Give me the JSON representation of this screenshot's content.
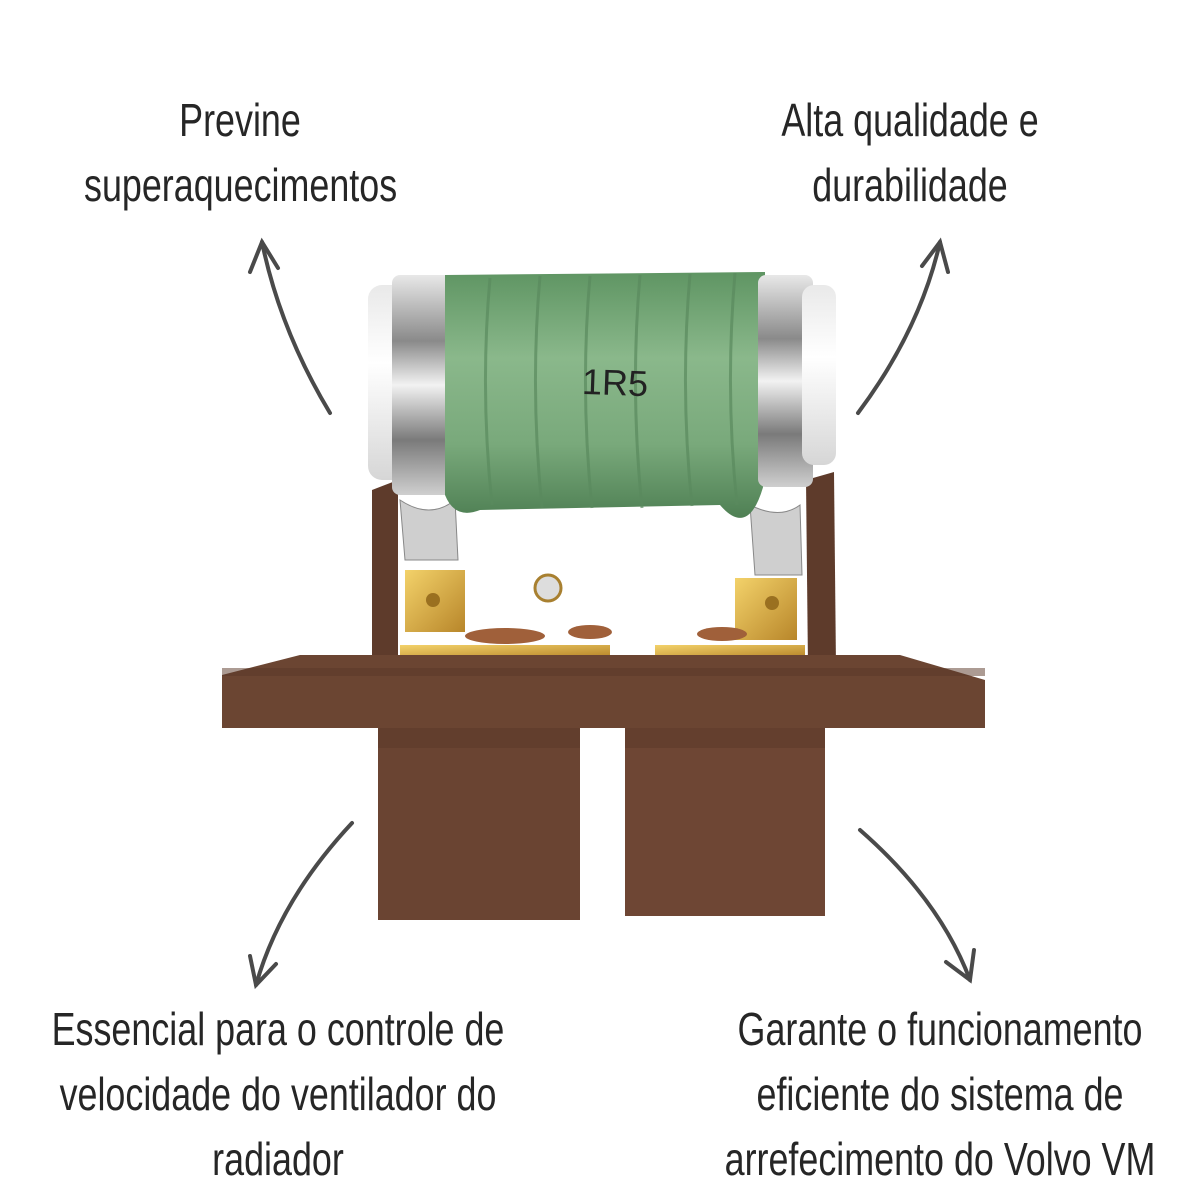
{
  "captions": {
    "top_left": [
      "Previne",
      "superaquecimentos"
    ],
    "top_right": [
      "Alta qualidade e",
      "durabilidade"
    ],
    "bottom_left": [
      "Essencial para o controle de",
      "velocidade do ventilador do",
      "radiador"
    ],
    "bottom_right": [
      "Garante o funcionamento",
      "eficiente do sistema de",
      "arrefecimento do Volvo VM"
    ]
  },
  "product": {
    "resistor_marking": "1R5"
  },
  "colors": {
    "text": "#262626",
    "base_brown": "#6b4532",
    "resistor_green": "#7daa7e",
    "arrow": "#4a4a4a"
  }
}
